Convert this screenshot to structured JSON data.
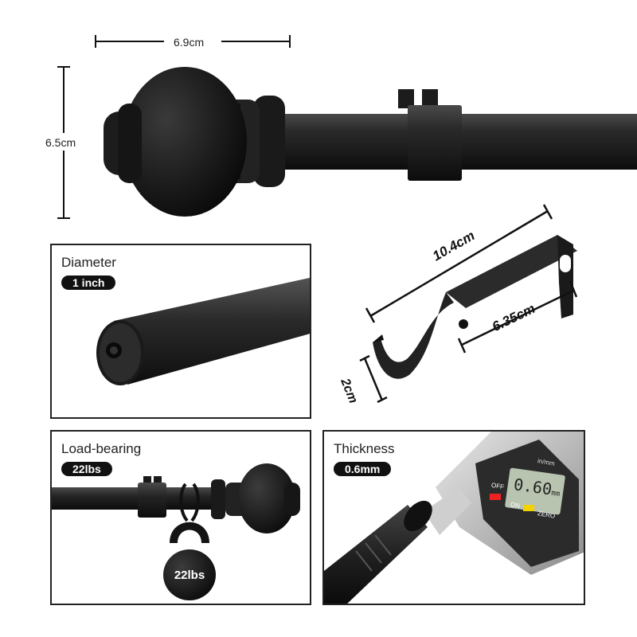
{
  "dimensions": {
    "finial_width": "6.9cm",
    "finial_height": "6.5cm",
    "bracket_length": "10.4cm",
    "bracket_depth": "6.35cm",
    "bracket_hook": "2cm"
  },
  "panels": {
    "diameter": {
      "title": "Diameter",
      "value": "1 inch"
    },
    "load": {
      "title": "Load-bearing",
      "value": "22lbs",
      "weight_label": "22lbs"
    },
    "thickness": {
      "title": "Thickness",
      "value": "0.6mm",
      "caliper_reading": "0.60",
      "caliper_unit": "mm",
      "caliper_brand": "in/mm",
      "off_label": "OFF",
      "on_label": "ON",
      "zero_label": "ZERO"
    }
  }
}
